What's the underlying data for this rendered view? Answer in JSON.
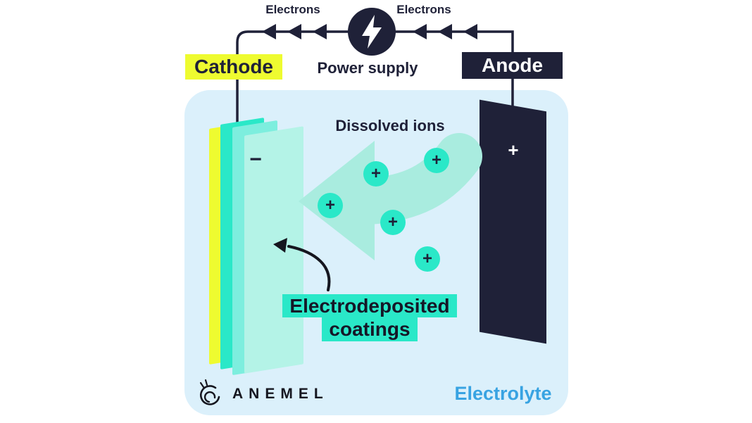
{
  "colors": {
    "navy": "#1f2138",
    "yellow": "#eefb30",
    "teal": "#2ae8c8",
    "teal_light": "#b4f3e7",
    "arrow_teal": "#a9ecdf",
    "tank_bg": "#dbf0fb",
    "electrolyte_text": "#38a3e2"
  },
  "circuit": {
    "electrons_left": "Electrons",
    "electrons_right": "Electrons",
    "power_supply": "Power supply"
  },
  "electrodes": {
    "cathode_label": "Cathode",
    "anode_label": "Anode",
    "cathode_sign": "−",
    "anode_sign": "+"
  },
  "solution": {
    "dissolved_ions_label": "Dissolved ions",
    "ions": [
      {
        "symbol": "+"
      },
      {
        "symbol": "+"
      },
      {
        "symbol": "+"
      },
      {
        "symbol": "+"
      },
      {
        "symbol": "+"
      }
    ],
    "electrolyte_label": "Electrolyte"
  },
  "annotation": {
    "line1": "Electrodeposited",
    "line2": "coatings"
  },
  "brand": {
    "name": "ANEMEL"
  }
}
